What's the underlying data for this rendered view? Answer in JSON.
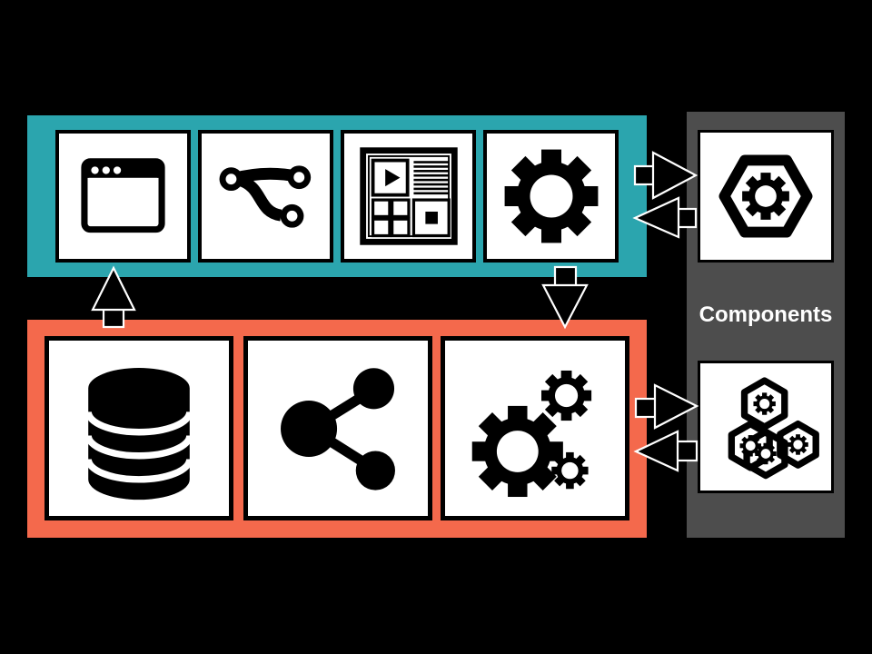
{
  "colors": {
    "background": "#000000",
    "top_band": "#2BA5AE",
    "bottom_band": "#F4694C",
    "panel": "#4D4D4D",
    "box_bg": "#FFFFFF",
    "box_border": "#000000",
    "icon": "#000000",
    "arrow_fill": "#000000",
    "arrow_stroke": "#FFFFFF",
    "label_text": "#FFFFFF"
  },
  "top_band": {
    "items": [
      {
        "icon": "browser-window-icon"
      },
      {
        "icon": "git-branch-icon"
      },
      {
        "icon": "media-layout-icon"
      },
      {
        "icon": "gear-icon"
      }
    ]
  },
  "bottom_band": {
    "items": [
      {
        "icon": "database-icon"
      },
      {
        "icon": "share-network-icon"
      },
      {
        "icon": "gears-icon"
      }
    ]
  },
  "components_panel": {
    "label": "Components",
    "items": [
      {
        "icon": "hexagon-gear-icon"
      },
      {
        "icon": "hexagon-cluster-icon"
      }
    ]
  },
  "arrows": [
    {
      "name": "top-band-to-components",
      "direction": "right"
    },
    {
      "name": "components-to-top-band",
      "direction": "left"
    },
    {
      "name": "bottom-band-to-top-band",
      "direction": "up"
    },
    {
      "name": "top-band-to-bottom-band",
      "direction": "down"
    },
    {
      "name": "bottom-band-to-components",
      "direction": "right"
    },
    {
      "name": "components-to-bottom-band",
      "direction": "left"
    }
  ]
}
